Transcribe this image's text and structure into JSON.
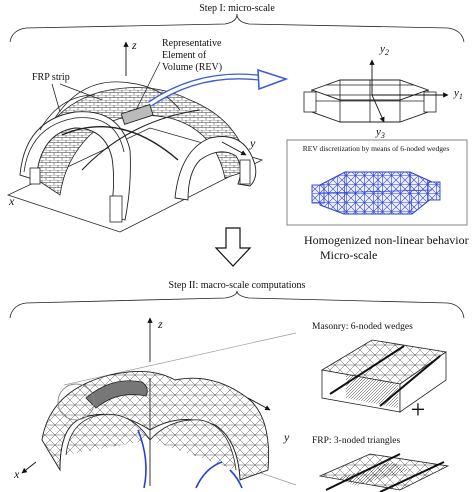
{
  "step1": {
    "title": "Step I: micro-scale",
    "axis_z": "z",
    "axis_y": "y",
    "axis_x": "x",
    "frp_label": "FRP strip",
    "rev_label_1": "Representative",
    "rev_label_2": "Element of",
    "rev_label_3": "Volume (REV)",
    "rev_axis_y1": "y",
    "rev_axis_y1_sub": "1",
    "rev_axis_y2": "y",
    "rev_axis_y2_sub": "2",
    "rev_axis_y3": "y",
    "rev_axis_y3_sub": "3",
    "discretization_label": "REV discretization by means of 6-noded wedges"
  },
  "homogenized": {
    "line1": "Homogenized non-linear behavior",
    "line2": "Micro-scale"
  },
  "step2": {
    "title": "Step II: macro-scale computations",
    "axis_z": "z",
    "axis_y": "y",
    "axis_x": "x",
    "masonry_label": "Masonry: 6-noded wedges",
    "frp_label": "FRP: 3-noded triangles",
    "plus": "+"
  },
  "colors": {
    "accent_blue": "#2a3fd4",
    "arrow_blue": "#3a5fd8",
    "line": "#222222"
  }
}
